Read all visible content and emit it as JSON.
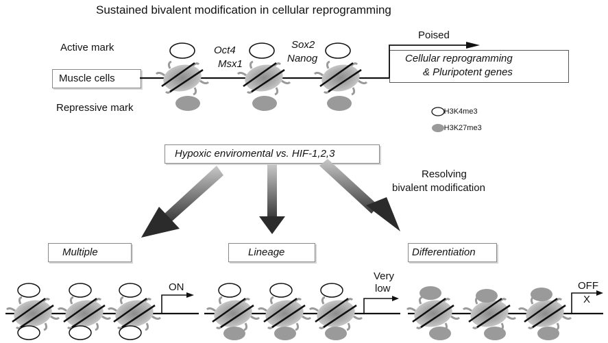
{
  "title": "Sustained bivalent modification in cellular reprogramming",
  "top": {
    "active_mark": "Active mark",
    "repressive_mark": "Repressive mark",
    "cell_label": "Muscle cells",
    "genes": [
      "Oct4",
      "Msx1",
      "Sox2",
      "Nanog"
    ],
    "poised": "Poised",
    "target_line1": "Cellular reprogramming",
    "target_line2": "& Pluripotent genes"
  },
  "legend": {
    "active": "-H3K4me3",
    "repressive": "-H3K27me3",
    "active_color": "#ffffff",
    "repressive_color": "#9a9a9a"
  },
  "middle": {
    "condition": "Hypoxic enviromental vs. HIF-1,2,3",
    "resolving_line1": "Resolving",
    "resolving_line2": "bivalent modification"
  },
  "outcomes": [
    {
      "label": "Multiple",
      "expression": "ON"
    },
    {
      "label": "Lineage",
      "expression_line1": "Very",
      "expression_line2": "low"
    },
    {
      "label": "Differentiation",
      "expression": "OFF",
      "mark": "X"
    }
  ]
}
